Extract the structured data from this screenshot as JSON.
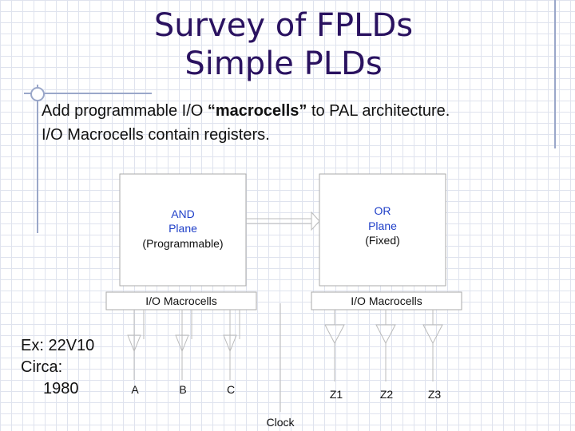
{
  "slide": {
    "title_line1": "Survey of FPLDs",
    "title_line2": "Simple PLDs",
    "bullet1_pre": "Add programmable I/O ",
    "bullet1_bold": "“macrocells”",
    "bullet1_post": " to PAL architecture.",
    "bullet2": "I/O Macrocells contain registers.",
    "example_line1": "Ex: 22V10",
    "example_line2": "Circa:",
    "example_line3": "1980"
  },
  "diagram": {
    "and_plane": {
      "line1": "AND",
      "line2": "Plane",
      "line3": "(Programmable)"
    },
    "or_plane": {
      "line1": "OR",
      "line2": "Plane",
      "line3": "(Fixed)"
    },
    "left_macrocells": "I/O Macrocells",
    "right_macrocells": "I/O Macrocells",
    "inputs": [
      "A",
      "B",
      "C"
    ],
    "outputs": [
      "Z1",
      "Z2",
      "Z3"
    ],
    "clock": "Clock"
  },
  "colors": {
    "title": "#2a1260",
    "plane_label_blue": "#1f3fc8",
    "grid": "#dfe3ee",
    "accent_line": "#9aa7c9"
  }
}
